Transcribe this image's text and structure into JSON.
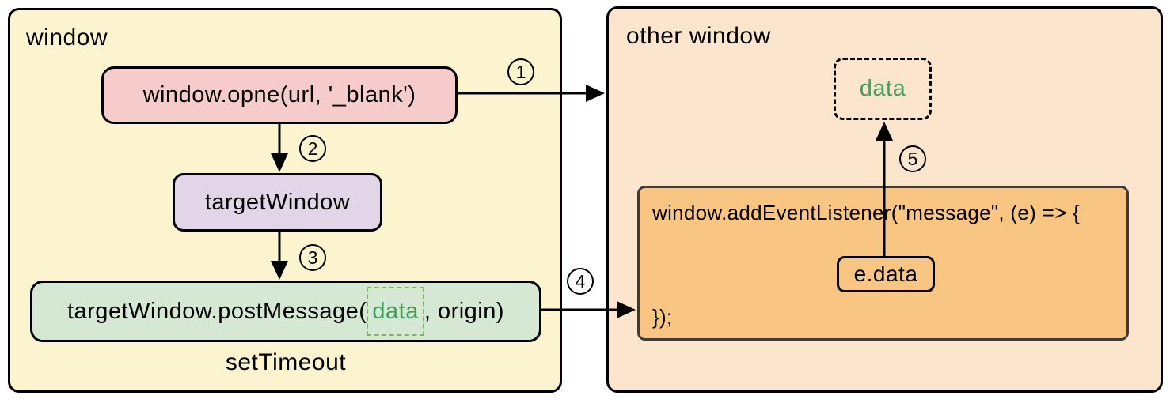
{
  "panels": {
    "window": {
      "label": "window",
      "open_call": "window.opne(url, '_blank')",
      "target_window": "targetWindow",
      "post_message_prefix": "targetWindow.postMessage(",
      "post_message_data": "data",
      "post_message_suffix": ", origin)",
      "set_timeout": "setTimeout"
    },
    "other_window": {
      "label": "other window",
      "received_data": "data",
      "listener_line1": "window.addEventListener(\"message\", (e) => {",
      "event_data": "e.data",
      "listener_line3": "});"
    }
  },
  "steps": [
    "1",
    "2",
    "3",
    "4",
    "5"
  ],
  "colors": {
    "window_panel_bg": "#FCF3CF",
    "other_panel_bg": "#FBE5CD",
    "open_box_bg": "#F5CCCB",
    "target_window_box_bg": "#E1D5E7",
    "post_message_box_bg": "#D5E8D4",
    "listener_box_bg": "#F9C583",
    "data_text_green": "#3FA05F",
    "data_dashed_green": "#82B366",
    "line_black": "#000000"
  }
}
